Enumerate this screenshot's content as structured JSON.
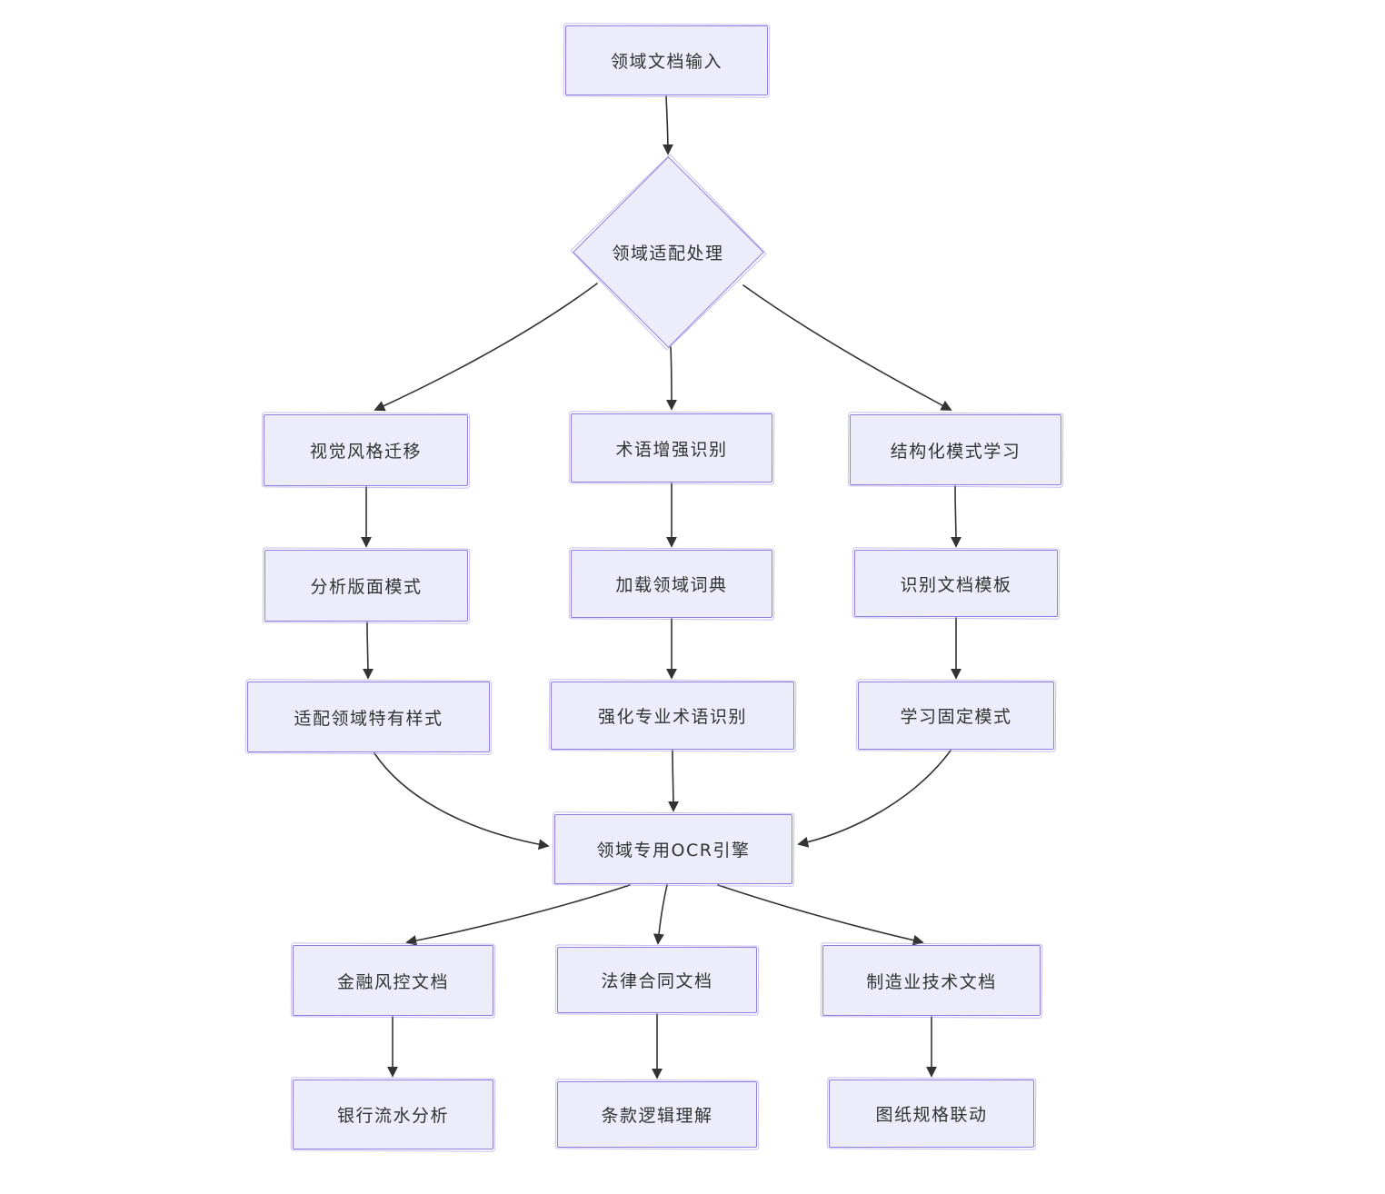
{
  "diagram": {
    "type": "flowchart",
    "style": "hand-drawn sketch, mermaid-like",
    "colors": {
      "background": "#ffffff",
      "node_fill": "#ececfa",
      "node_border": "#8f7ee0",
      "edge": "#333333",
      "text": "#333333"
    },
    "nodes": {
      "input": {
        "label": "领域文档输入",
        "shape": "rect"
      },
      "adapt": {
        "label": "领域适配处理",
        "shape": "diamond"
      },
      "visual_style": {
        "label": "视觉风格迁移",
        "shape": "rect"
      },
      "term_enhance": {
        "label": "术语增强识别",
        "shape": "rect"
      },
      "struct_learn": {
        "label": "结构化模式学习",
        "shape": "rect"
      },
      "layout_analyze": {
        "label": "分析版面模式",
        "shape": "rect"
      },
      "load_dict": {
        "label": "加载领域词典",
        "shape": "rect"
      },
      "doc_template": {
        "label": "识别文档模板",
        "shape": "rect"
      },
      "domain_style": {
        "label": "适配领域特有样式",
        "shape": "rect"
      },
      "pro_term": {
        "label": "强化专业术语识别",
        "shape": "rect"
      },
      "fixed_pattern": {
        "label": "学习固定模式",
        "shape": "rect"
      },
      "ocr_engine": {
        "label": "领域专用OCR引擎",
        "shape": "rect"
      },
      "finance_doc": {
        "label": "金融风控文档",
        "shape": "rect"
      },
      "legal_doc": {
        "label": "法律合同文档",
        "shape": "rect"
      },
      "manu_doc": {
        "label": "制造业技术文档",
        "shape": "rect"
      },
      "bank_flow": {
        "label": "银行流水分析",
        "shape": "rect"
      },
      "clause_logic": {
        "label": "条款逻辑理解",
        "shape": "rect"
      },
      "drawing_spec": {
        "label": "图纸规格联动",
        "shape": "rect"
      }
    },
    "edges": [
      {
        "from": "input",
        "to": "adapt"
      },
      {
        "from": "adapt",
        "to": "visual_style"
      },
      {
        "from": "adapt",
        "to": "term_enhance"
      },
      {
        "from": "adapt",
        "to": "struct_learn"
      },
      {
        "from": "visual_style",
        "to": "layout_analyze"
      },
      {
        "from": "term_enhance",
        "to": "load_dict"
      },
      {
        "from": "struct_learn",
        "to": "doc_template"
      },
      {
        "from": "layout_analyze",
        "to": "domain_style"
      },
      {
        "from": "load_dict",
        "to": "pro_term"
      },
      {
        "from": "doc_template",
        "to": "fixed_pattern"
      },
      {
        "from": "domain_style",
        "to": "ocr_engine"
      },
      {
        "from": "pro_term",
        "to": "ocr_engine"
      },
      {
        "from": "fixed_pattern",
        "to": "ocr_engine"
      },
      {
        "from": "ocr_engine",
        "to": "finance_doc"
      },
      {
        "from": "ocr_engine",
        "to": "legal_doc"
      },
      {
        "from": "ocr_engine",
        "to": "manu_doc"
      },
      {
        "from": "finance_doc",
        "to": "bank_flow"
      },
      {
        "from": "legal_doc",
        "to": "clause_logic"
      },
      {
        "from": "manu_doc",
        "to": "drawing_spec"
      }
    ]
  }
}
